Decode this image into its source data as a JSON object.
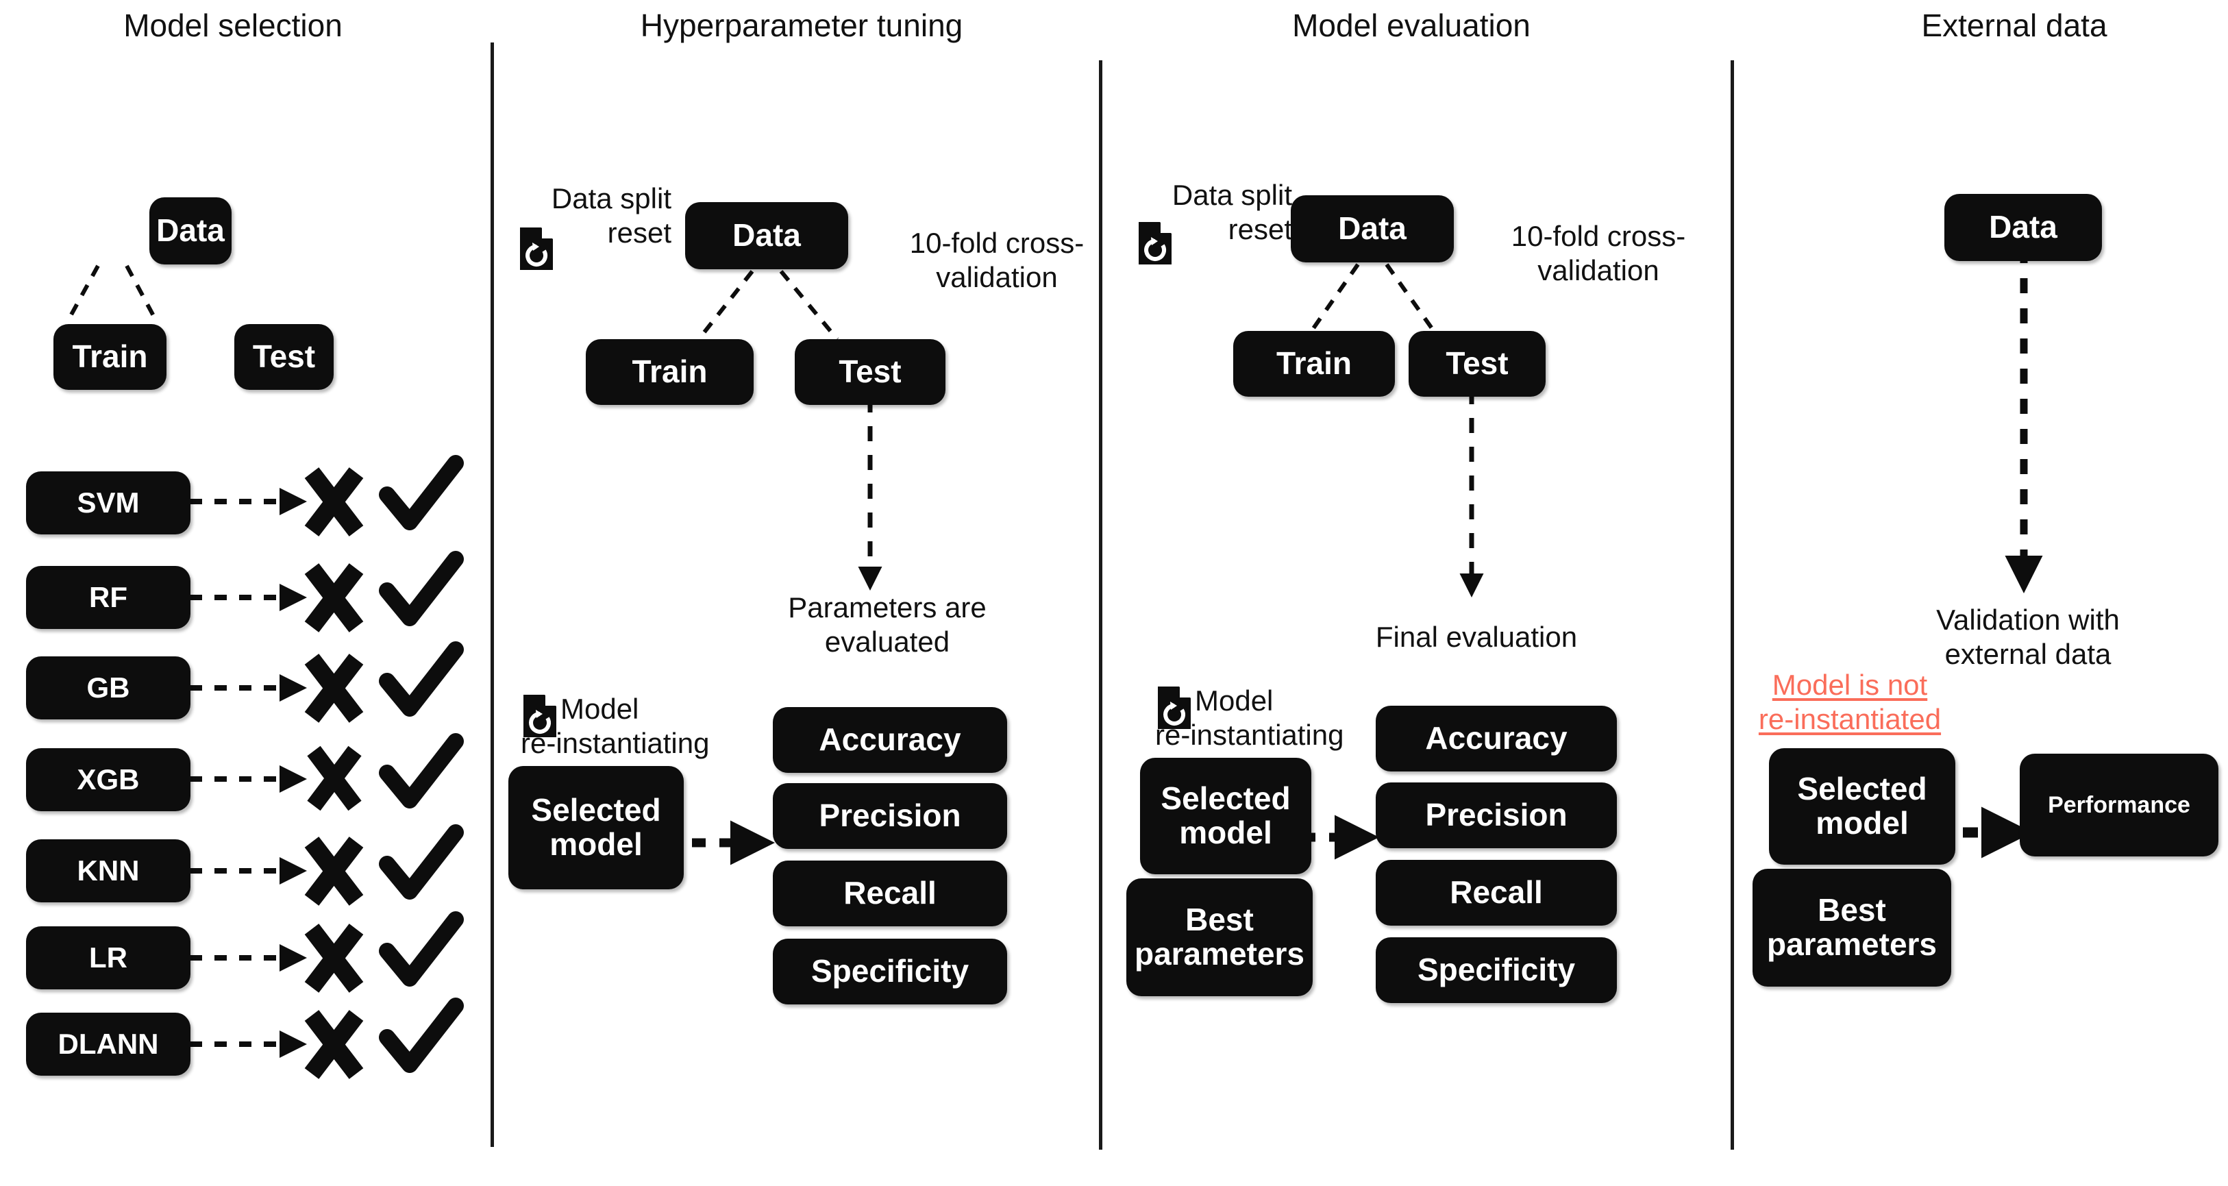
{
  "figure": {
    "title_color": "#111111",
    "node_fill": "#0d0d0d",
    "node_text": "#ffffff",
    "warn_color": "#fa6d5a",
    "divider_color": "#1a1a1a"
  },
  "panels": [
    {
      "id": "model-selection",
      "title": "Model selection",
      "data_box": "Data",
      "train_box": "Train",
      "test_box": "Test",
      "models": [
        {
          "name": "SVM",
          "rejected": "✖",
          "accepted": "✔"
        },
        {
          "name": "RF",
          "rejected": "✖",
          "accepted": "✔"
        },
        {
          "name": "GB",
          "rejected": "✖",
          "accepted": "✔"
        },
        {
          "name": "XGB",
          "rejected": "✖",
          "accepted": "✔"
        },
        {
          "name": "KNN",
          "rejected": "✖",
          "accepted": "✔"
        },
        {
          "name": "LR",
          "rejected": "✖",
          "accepted": "✔"
        },
        {
          "name": "DLANN",
          "rejected": "✖",
          "accepted": "✔"
        }
      ]
    },
    {
      "id": "hyperparameter-tuning",
      "title": "Hyperparameter tuning",
      "data_split_reset": "Data split\nreset",
      "data_box": "Data",
      "train_box": "Train",
      "test_box": "Test",
      "cv_note": "10-fold cross-\nvalidation",
      "eval_note": "Parameters are\nevaluated",
      "reinstantiate_note": "Model\nre-instantiating",
      "selected_model": "Selected\nmodel",
      "metrics": [
        "Accuracy",
        "Precision",
        "Recall",
        "Specificity"
      ]
    },
    {
      "id": "model-evaluation",
      "title": "Model evaluation",
      "data_split_reset": "Data split\nreset",
      "data_box": "Data",
      "train_box": "Train",
      "test_box": "Test",
      "cv_note": "10-fold cross-\nvalidation",
      "eval_note": "Final evaluation",
      "reinstantiate_note": "Model\nre-instantiating",
      "selected_model": "Selected\nmodel",
      "best_parameters": "Best\nparameters",
      "metrics": [
        "Accuracy",
        "Precision",
        "Recall",
        "Specificity"
      ]
    },
    {
      "id": "external-data",
      "title": "External data",
      "data_box": "Data",
      "validation_note": "Validation with\nexternal data",
      "warning_note": "Model is not\nre-instantiated",
      "selected_model": "Selected\nmodel",
      "best_parameters": "Best\nparameters",
      "performance_box": "Performance"
    }
  ],
  "icons": {
    "reset": "document-reset-icon",
    "reject": "cross-mark-icon",
    "accept": "check-mark-icon",
    "arrow": "dashed-arrow-icon"
  }
}
